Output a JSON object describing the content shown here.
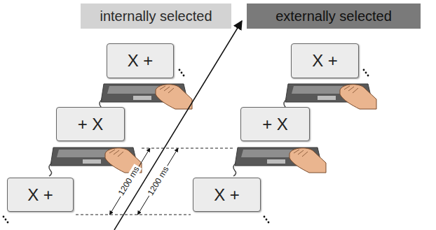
{
  "diagram": {
    "nodes": [
      {
        "text": [
          "internally selected"
        ]
      },
      {
        "text": [
          "externally selected"
        ]
      },
      {
        "text": [
          "X +"
        ]
      },
      {
        "text": [
          "X +"
        ]
      },
      {
        "text": [
          "+ X"
        ]
      },
      {
        "text": [
          "+ X"
        ]
      },
      {
        "text": [
          "X +"
        ]
      },
      {
        "text": [
          "X +"
        ]
      }
    ],
    "labels": [
      "1200 ms",
      "1200 ms"
    ]
  }
}
